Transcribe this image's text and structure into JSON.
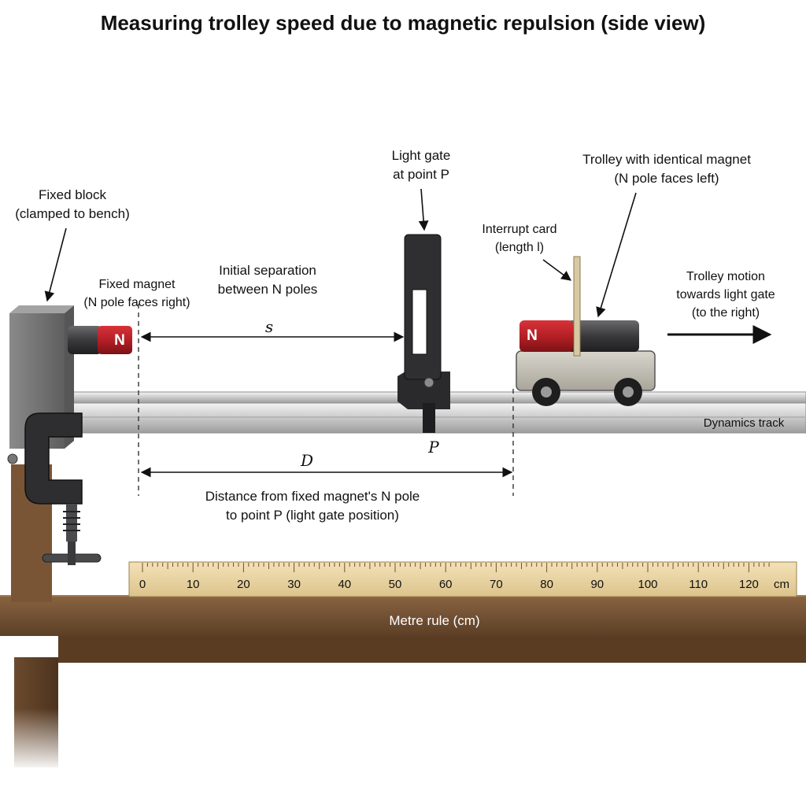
{
  "title": "Measuring trolley speed due to magnetic repulsion (side view)",
  "labels": {
    "fixed_block": [
      "Fixed block",
      "(clamped to bench)"
    ],
    "fixed_magnet": [
      "Fixed magnet",
      "(N pole faces right)"
    ],
    "initial_separation": [
      "Initial separation",
      "between N poles"
    ],
    "light_gate": [
      "Light gate",
      "at point P"
    ],
    "interrupt_card": [
      "Interrupt card",
      "(length l)"
    ],
    "trolley": [
      "Trolley with identical magnet",
      "(N pole faces left)"
    ],
    "motion": [
      "Trolley motion",
      "towards light gate",
      "(to the right)"
    ],
    "track": "Dynamics track",
    "distance_d": [
      "Distance from fixed magnet's N pole",
      "to point P (light gate position)"
    ],
    "metre_rule": "Metre rule (cm)"
  },
  "symbols": {
    "s": "s",
    "D": "D",
    "P": "P"
  },
  "poles": {
    "fixed": "N",
    "trolley": "N"
  },
  "ruler": {
    "ticks": [
      "0",
      "10",
      "20",
      "30",
      "40",
      "50",
      "60",
      "70",
      "80",
      "90",
      "100",
      "110",
      "120"
    ],
    "unit": "cm"
  },
  "colors": {
    "magnet_red": "#b01e24",
    "magnet_dark": "#3a3a3c",
    "bench": "#6b4a2e",
    "ruler": "#ecd7a6"
  }
}
